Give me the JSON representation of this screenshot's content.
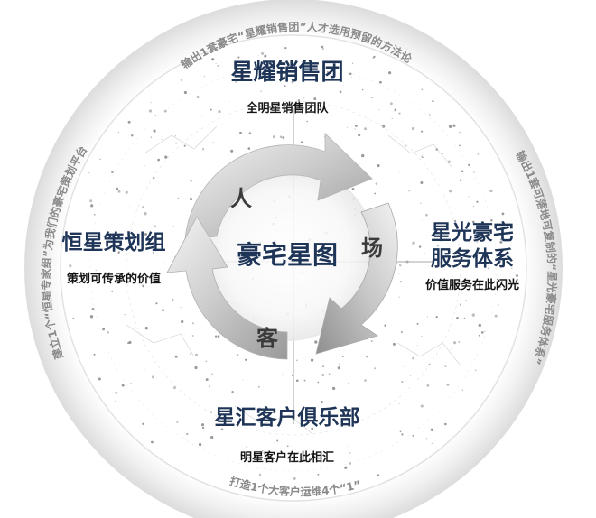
{
  "outer_arcs": {
    "top": "输出1套豪宅“星耀销售团”人才选用预留的方法论",
    "right": "输出1套可落地可复制的“星光豪宅服务体系”",
    "bottom": "打造1个大客户运维4个“1”",
    "left": "建立1个“恒星专家组”为我们的豪宅策划平台"
  },
  "center": {
    "title": "豪宅星图"
  },
  "cycle": {
    "words": [
      "人",
      "场",
      "客"
    ]
  },
  "nodes": {
    "top": {
      "title": "星耀销售团",
      "subtitle": "全明星销售团队"
    },
    "left": {
      "title": "恒星策划组",
      "subtitle": "策划可传承的价值"
    },
    "right": {
      "title_line1": "星光豪宅",
      "title_line2": "服务体系",
      "subtitle": "价值服务在此闪光"
    },
    "bottom": {
      "title": "星汇客户俱乐部",
      "subtitle": "明星客户在此相汇"
    }
  },
  "colors": {
    "title": "#1f3558",
    "arc_text": "#8a8a8a",
    "ring": "#d9d9d9",
    "arrow": "#c9c9c9"
  }
}
